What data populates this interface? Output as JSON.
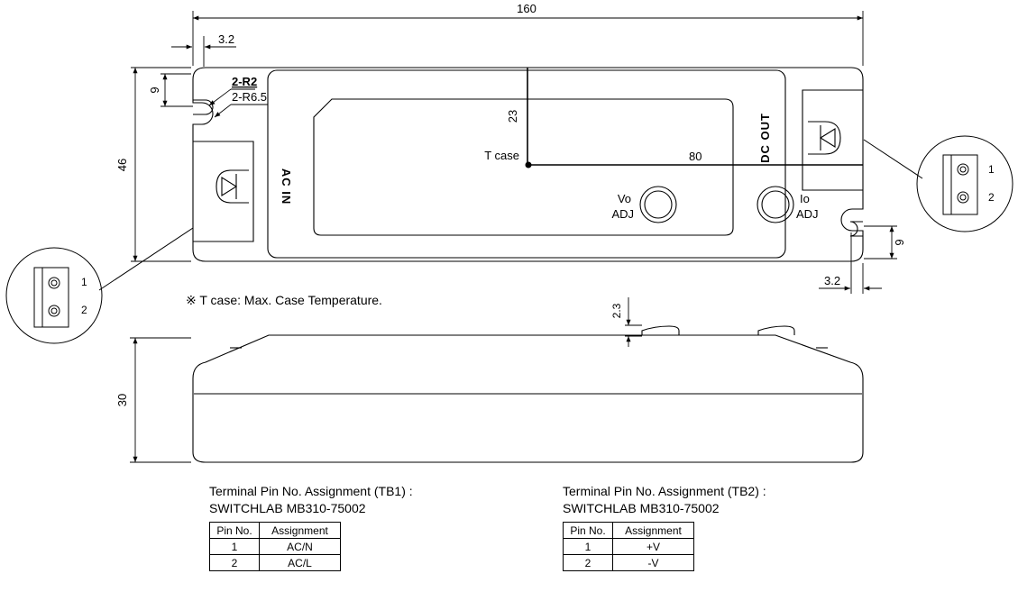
{
  "dimensions": {
    "overall_length": "160",
    "height_46": "46",
    "mount_offset_left": "3.2",
    "mount_offset_right": "3.2",
    "slot_left": "9",
    "slot_right": "9",
    "radius_small": "2-R2",
    "radius_large": "2-R6.5",
    "tcase_vertical": "23",
    "tcase_horizontal": "80",
    "side_height": "30",
    "knob_protrusion": "2.3"
  },
  "labels": {
    "ac_in": "AC IN",
    "dc_out": "DC OUT",
    "tcase": "T case",
    "vo_adj_line1": "Vo",
    "vo_adj_line2": "ADJ",
    "io_adj_line1": "Io",
    "io_adj_line2": "ADJ",
    "note": "※ T case: Max. Case Temperature."
  },
  "detail_left": {
    "pin1": "1",
    "pin2": "2"
  },
  "detail_right": {
    "pin1": "1",
    "pin2": "2"
  },
  "tb1": {
    "title": "Terminal Pin No.  Assignment (TB1) :",
    "part": "SWITCHLAB MB310-75002",
    "headers": [
      "Pin No.",
      "Assignment"
    ],
    "rows": [
      [
        "1",
        "AC/N"
      ],
      [
        "2",
        "AC/L"
      ]
    ]
  },
  "tb2": {
    "title": "Terminal Pin No.  Assignment (TB2) :",
    "part": "SWITCHLAB MB310-75002",
    "headers": [
      "Pin No.",
      "Assignment"
    ],
    "rows": [
      [
        "1",
        "+V"
      ],
      [
        "2",
        "-V"
      ]
    ]
  }
}
